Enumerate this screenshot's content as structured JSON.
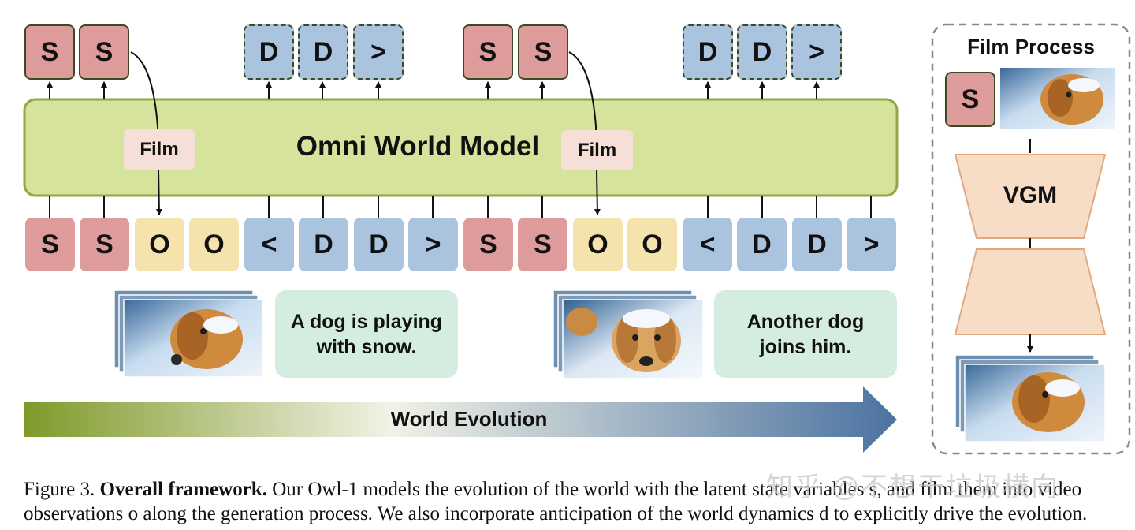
{
  "model": {
    "title": "Omni World Model",
    "film_label": "Film"
  },
  "tokens": {
    "output_row": [
      "S",
      "S",
      "D",
      "D",
      ">",
      "S",
      "S",
      "D",
      "D",
      ">"
    ],
    "input_row": [
      "S",
      "S",
      "O",
      "O",
      "<",
      "D",
      "D",
      ">",
      "S",
      "S",
      "O",
      "O",
      "<",
      "D",
      "D",
      ">"
    ]
  },
  "text_boxes": {
    "first": {
      "line1": "A dog is playing",
      "line2": "with snow."
    },
    "second": {
      "line1": "Another dog",
      "line2": "joins him."
    }
  },
  "evolution": {
    "label": "World Evolution"
  },
  "film_process": {
    "title": "Film Process",
    "state_token": "S",
    "generator_label": "VGM"
  },
  "caption": {
    "prefix": "Figure 3.",
    "heading": "Overall framework.",
    "line1": "Our Owl-1 models the evolution of the world with the latent state variables s, and film them into video",
    "line2": "observations o along the generation process. We also incorporate anticipation of the world dynamics d to explicitly drive the evolution."
  },
  "watermark": "知乎 @不想干垃圾横向",
  "colors": {
    "state": "#de9b9b",
    "observation": "#f5e3ae",
    "dynamics": "#aac4df",
    "model_fill": "#d5e39c",
    "model_border": "#8fa843",
    "film": "#f6dfd6",
    "text_box": "#d5ede0",
    "vgm": "#f7dcc6",
    "evolution_start": "#7f9a2a",
    "evolution_end": "#4b72a0"
  }
}
